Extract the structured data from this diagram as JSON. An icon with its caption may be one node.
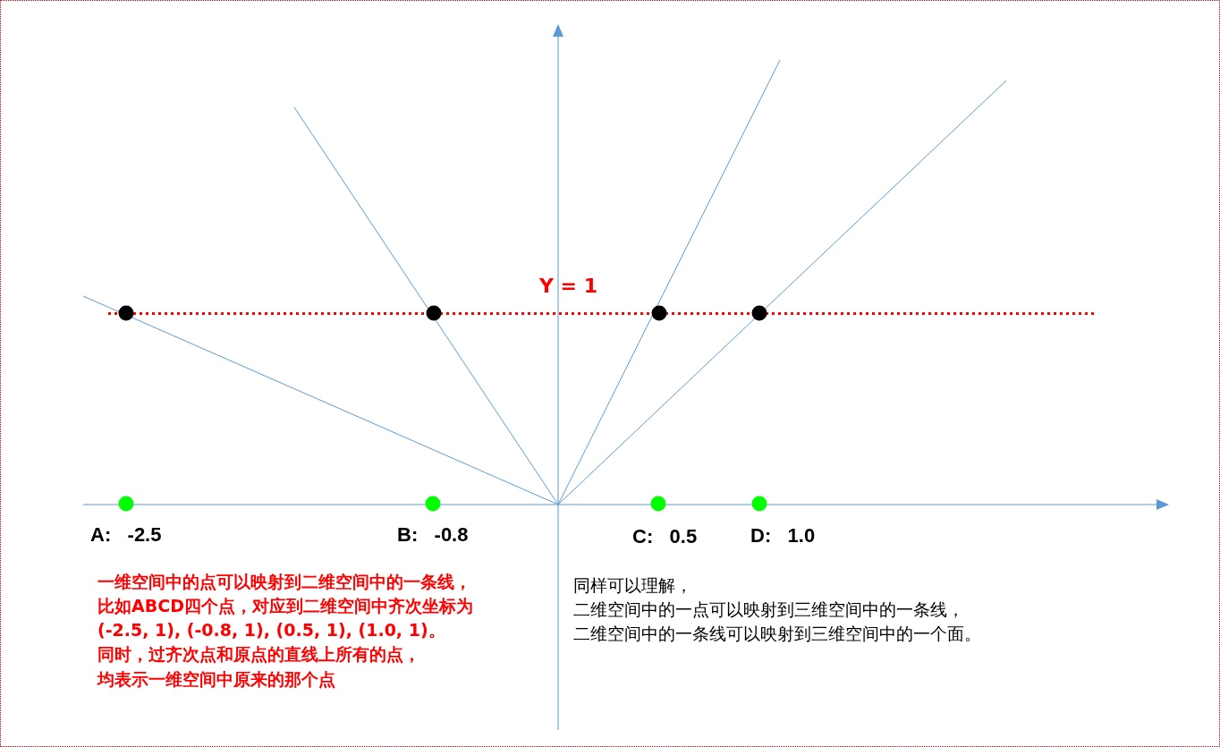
{
  "diagram": {
    "labels": [
      "Y = 1",
      "A:   -2.5",
      "B:   -0.8",
      "C:   0.5",
      "D:   1.0",
      "一维空间中的点可以映射到二维空间中的一条线，",
      "比如ABCD四个点，对应到二维空间中齐次坐标为",
      "(-2.5, 1), (-0.8, 1), (0.5, 1), (1.0, 1)。",
      "同时，过齐次点和原点的直线上所有的点，",
      "均表示一维空间中原来的那个点",
      "同样可以理解，",
      "二维空间中的一点可以映射到三维空间中的一条线，",
      "二维空间中的一条线可以映射到三维空间中的一个面。"
    ]
  }
}
